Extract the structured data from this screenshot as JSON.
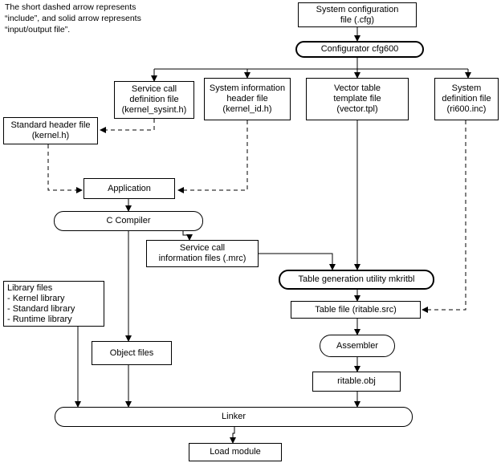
{
  "note": "The short dashed arrow represents\n“include”, and solid arrow represents\n“input/output file”.",
  "nodes": {
    "cfg": "System configuration\nfile (.cfg)",
    "configurator": "Configurator cfg600",
    "sysint": "Service call\ndefinition file\n(kernel_sysint.h)",
    "kernel_id": "System information\nheader file\n(kernel_id.h)",
    "vector": "Vector table\ntemplate file\n(vector.tpl)",
    "ri600": "System\ndefinition file\n(ri600.inc)",
    "kernel_h": "Standard header file\n(kernel.h)",
    "application": "Application",
    "compiler": "C Compiler",
    "mrc": "Service call\ninformation files (.mrc)",
    "mkritbl": "Table generation utility mkritbl",
    "libs": "Library files\n- Kernel library\n- Standard library\n- Runtime library",
    "ritable_src": "Table file (ritable.src)",
    "objects": "Object files",
    "assembler": "Assembler",
    "ritable_obj": "ritable.obj",
    "linker": "Linker",
    "load": "Load module"
  }
}
